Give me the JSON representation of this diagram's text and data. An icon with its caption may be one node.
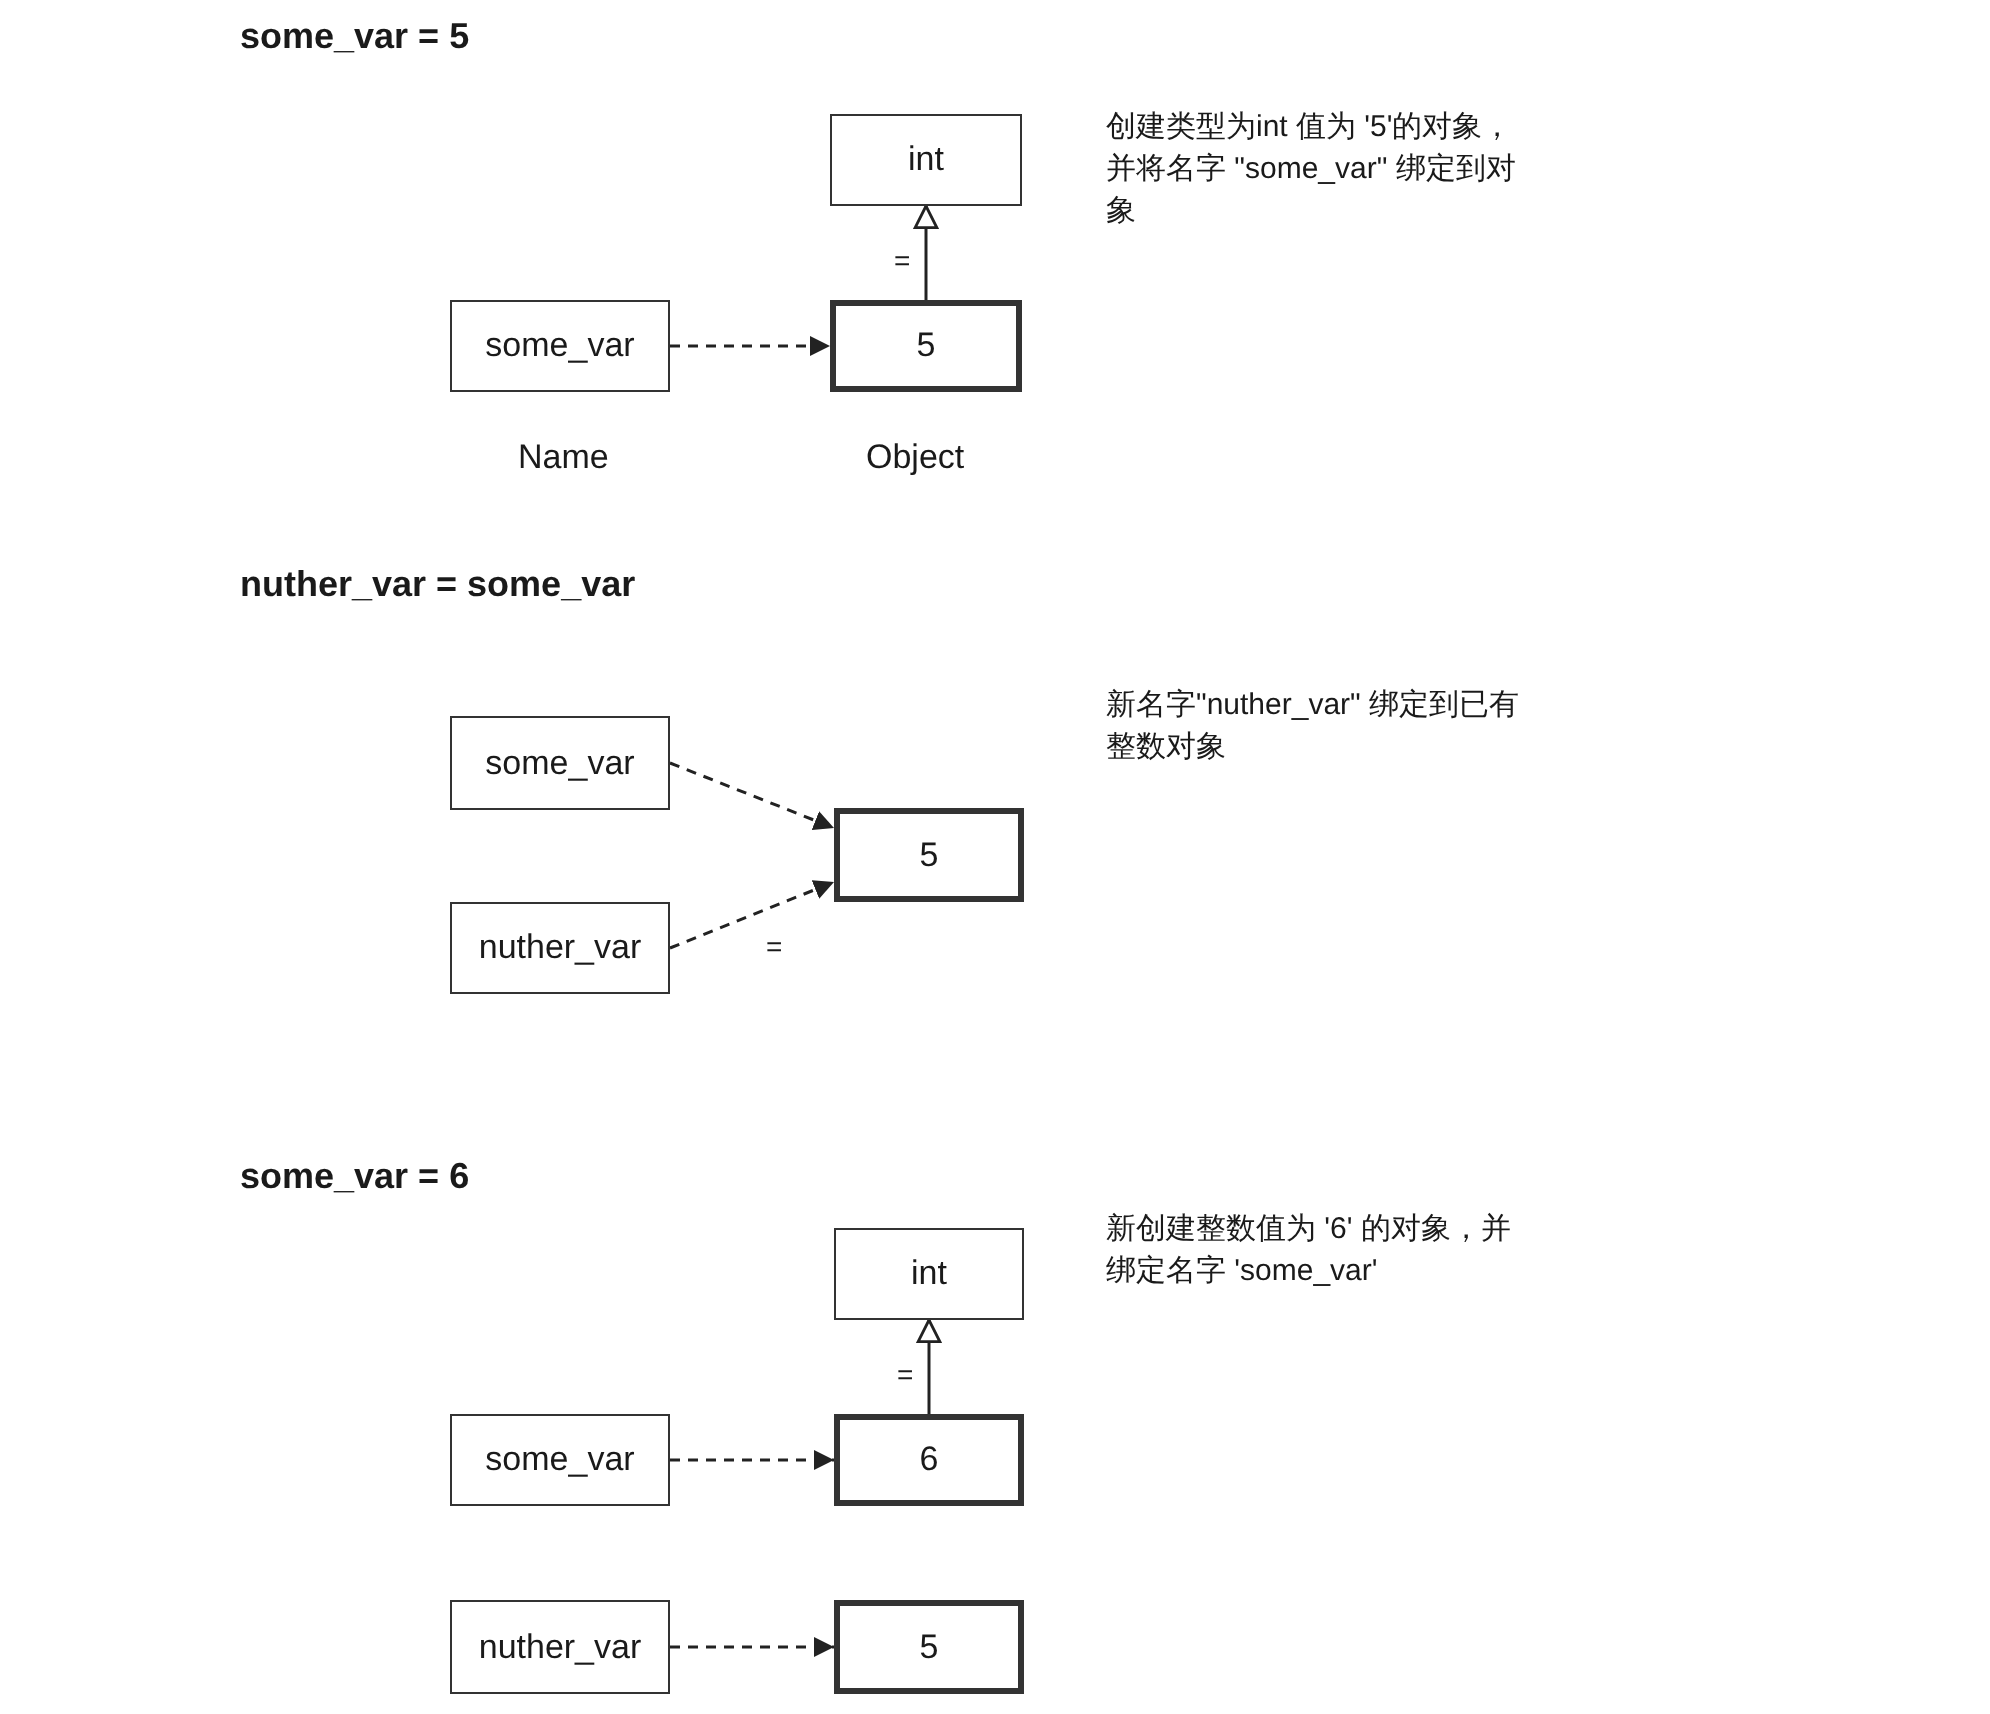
{
  "diagram": {
    "nodes": [
      {
        "text": [
          "int"
        ]
      },
      {
        "text": [
          "some_var"
        ]
      },
      {
        "text": [
          "5"
        ]
      },
      {
        "text": [
          "some_var"
        ]
      },
      {
        "text": [
          "5"
        ]
      },
      {
        "text": [
          "nuther_var"
        ]
      },
      {
        "text": [
          "int"
        ]
      },
      {
        "text": [
          "some_var"
        ]
      },
      {
        "text": [
          "6"
        ]
      },
      {
        "text": [
          "nuther_var"
        ]
      },
      {
        "text": [
          "5"
        ]
      }
    ],
    "edges": [
      {
        "from": 2,
        "to": 0,
        "arrow": "to",
        "label": "="
      },
      {
        "from": 1,
        "to": 2,
        "arrow": "to",
        "style": "dashed"
      },
      {
        "from": 3,
        "to": 4,
        "arrow": "to",
        "style": "dashed"
      },
      {
        "from": 5,
        "to": 4,
        "arrow": "to",
        "style": "dashed",
        "label": "="
      },
      {
        "from": 8,
        "to": 6,
        "arrow": "to",
        "label": "="
      },
      {
        "from": 7,
        "to": 8,
        "arrow": "to",
        "style": "dashed"
      },
      {
        "from": 9,
        "to": 10,
        "arrow": "to",
        "style": "dashed"
      }
    ],
    "labels": [
      "some_var = 5",
      "创建类型为int 值为 '5'的对象，并将名字 \"some_var\" 绑定到对象",
      "Name",
      "Object",
      "nuther_var = some_var",
      "新名字\"nuther_var\" 绑定到已有整数对象",
      "some_var = 6",
      "新创建整数值为 '6' 的对象，并绑定名字 'some_var'"
    ]
  }
}
